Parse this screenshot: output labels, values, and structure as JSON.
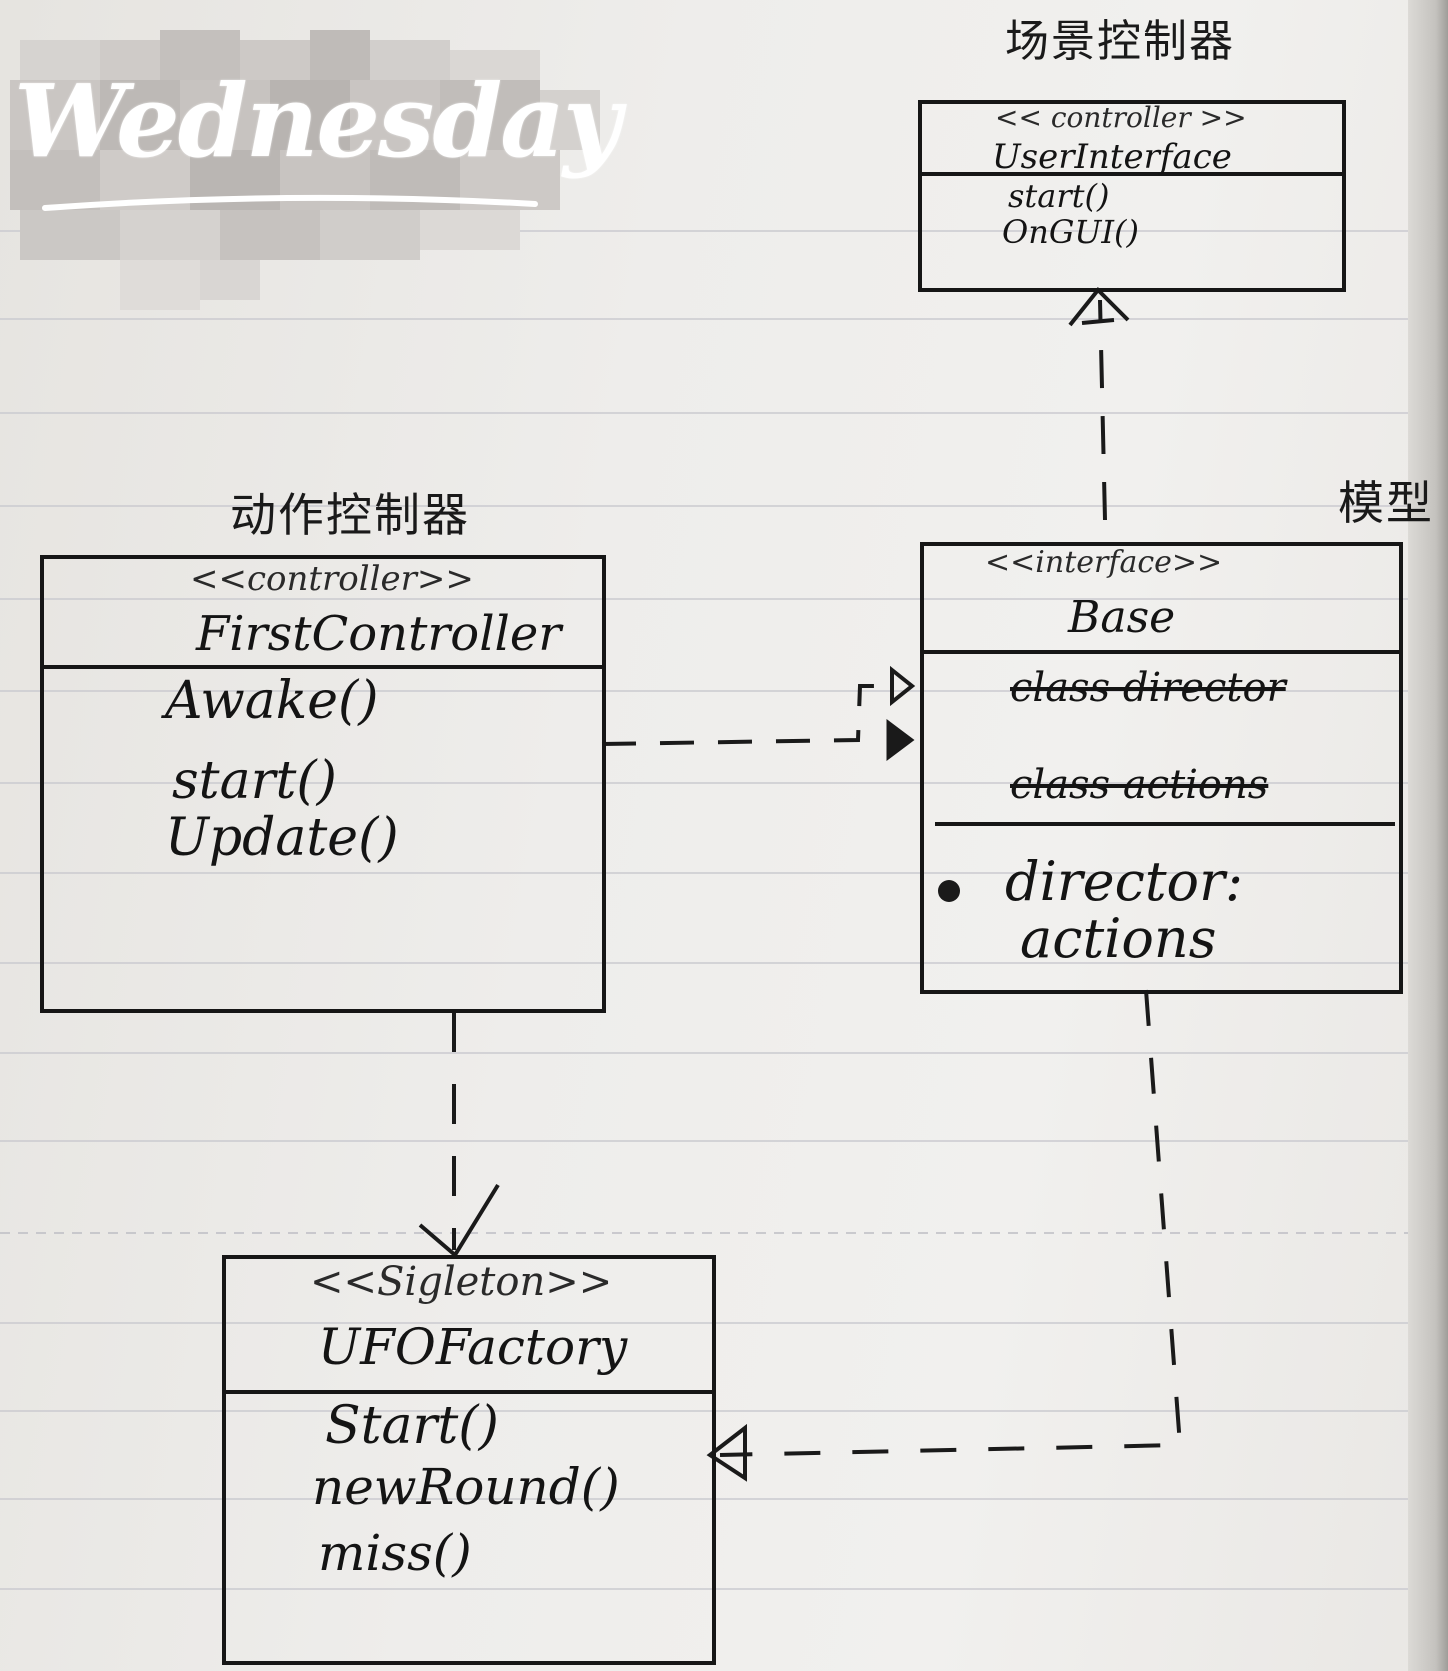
{
  "watermark": {
    "text": "Wednesday"
  },
  "scene_controller": {
    "title": "场景控制器",
    "stereotype": "<< controller >>",
    "name": "UserInterface",
    "methods": [
      "start()",
      "OnGUI()"
    ]
  },
  "action_controller": {
    "title": "动作控制器",
    "stereotype": "<<controller>>",
    "name": "FirstController",
    "methods": [
      "Awake()",
      "start()",
      "Update()"
    ]
  },
  "model": {
    "title": "模型",
    "stereotype": "<<interface>>",
    "name": "Base",
    "struck_items": [
      "class director",
      "class actions"
    ],
    "fields": [
      "director:",
      "actions"
    ]
  },
  "factory": {
    "stereotype": "<<Sigleton>>",
    "name": "UFOFactory",
    "methods": [
      "Start()",
      "newRound()",
      "miss()"
    ]
  },
  "colors": {
    "ink": "#161616",
    "paper": "#eeedeb",
    "ruling": "#c9c9cf"
  }
}
